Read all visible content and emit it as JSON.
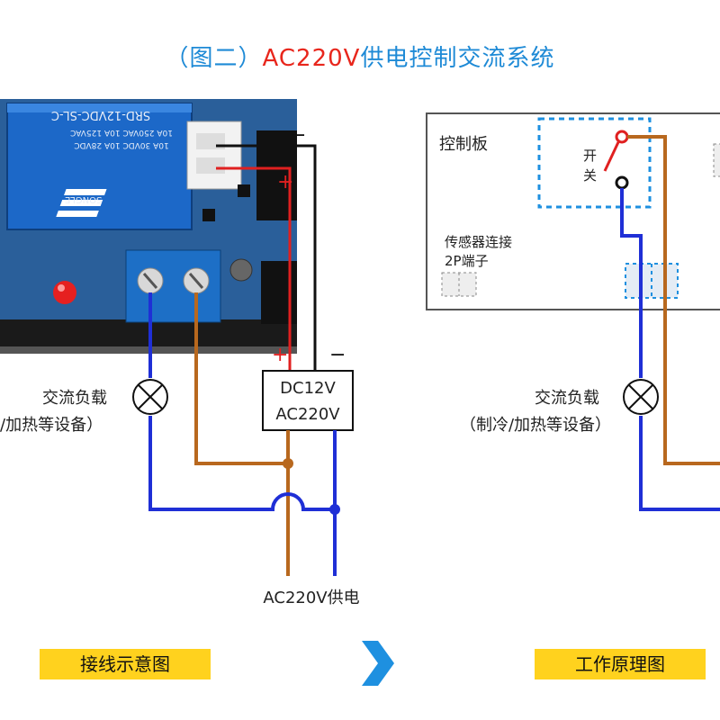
{
  "title": {
    "prefix": "（图二）",
    "accent": "AC220V",
    "suffix": "供电控制交流系统"
  },
  "relay": {
    "model": "SRD-12VDC-SL-C",
    "ratings": [
      "10A 250VAC  10A 125VAC",
      "10A 30VDC  10A 28VDC"
    ],
    "brand": "SONGLE"
  },
  "power_module": {
    "line1": "DC12V",
    "line2": "AC220V"
  },
  "left": {
    "load_line1": "交流负载",
    "load_line2": "/加热等设备）",
    "supply": "AC220V供电",
    "polarity_plus": "+",
    "polarity_minus": "−"
  },
  "right": {
    "board": "控制板",
    "switch_line1": "开",
    "switch_line2": "关",
    "sensor_line1": "传感器连接",
    "sensor_line2": "2P端子",
    "load_line1": "交流负载",
    "load_line2": "（制冷/加热等设备）"
  },
  "buttons": {
    "wiring": "接线示意图",
    "principle": "工作原理图"
  },
  "colors": {
    "blue": "#1f2fd6",
    "brown": "#b8681e",
    "red": "#e02020",
    "title": "#1e8ad6",
    "yellow": "#ffd21e",
    "arrow": "#1e90e0"
  }
}
